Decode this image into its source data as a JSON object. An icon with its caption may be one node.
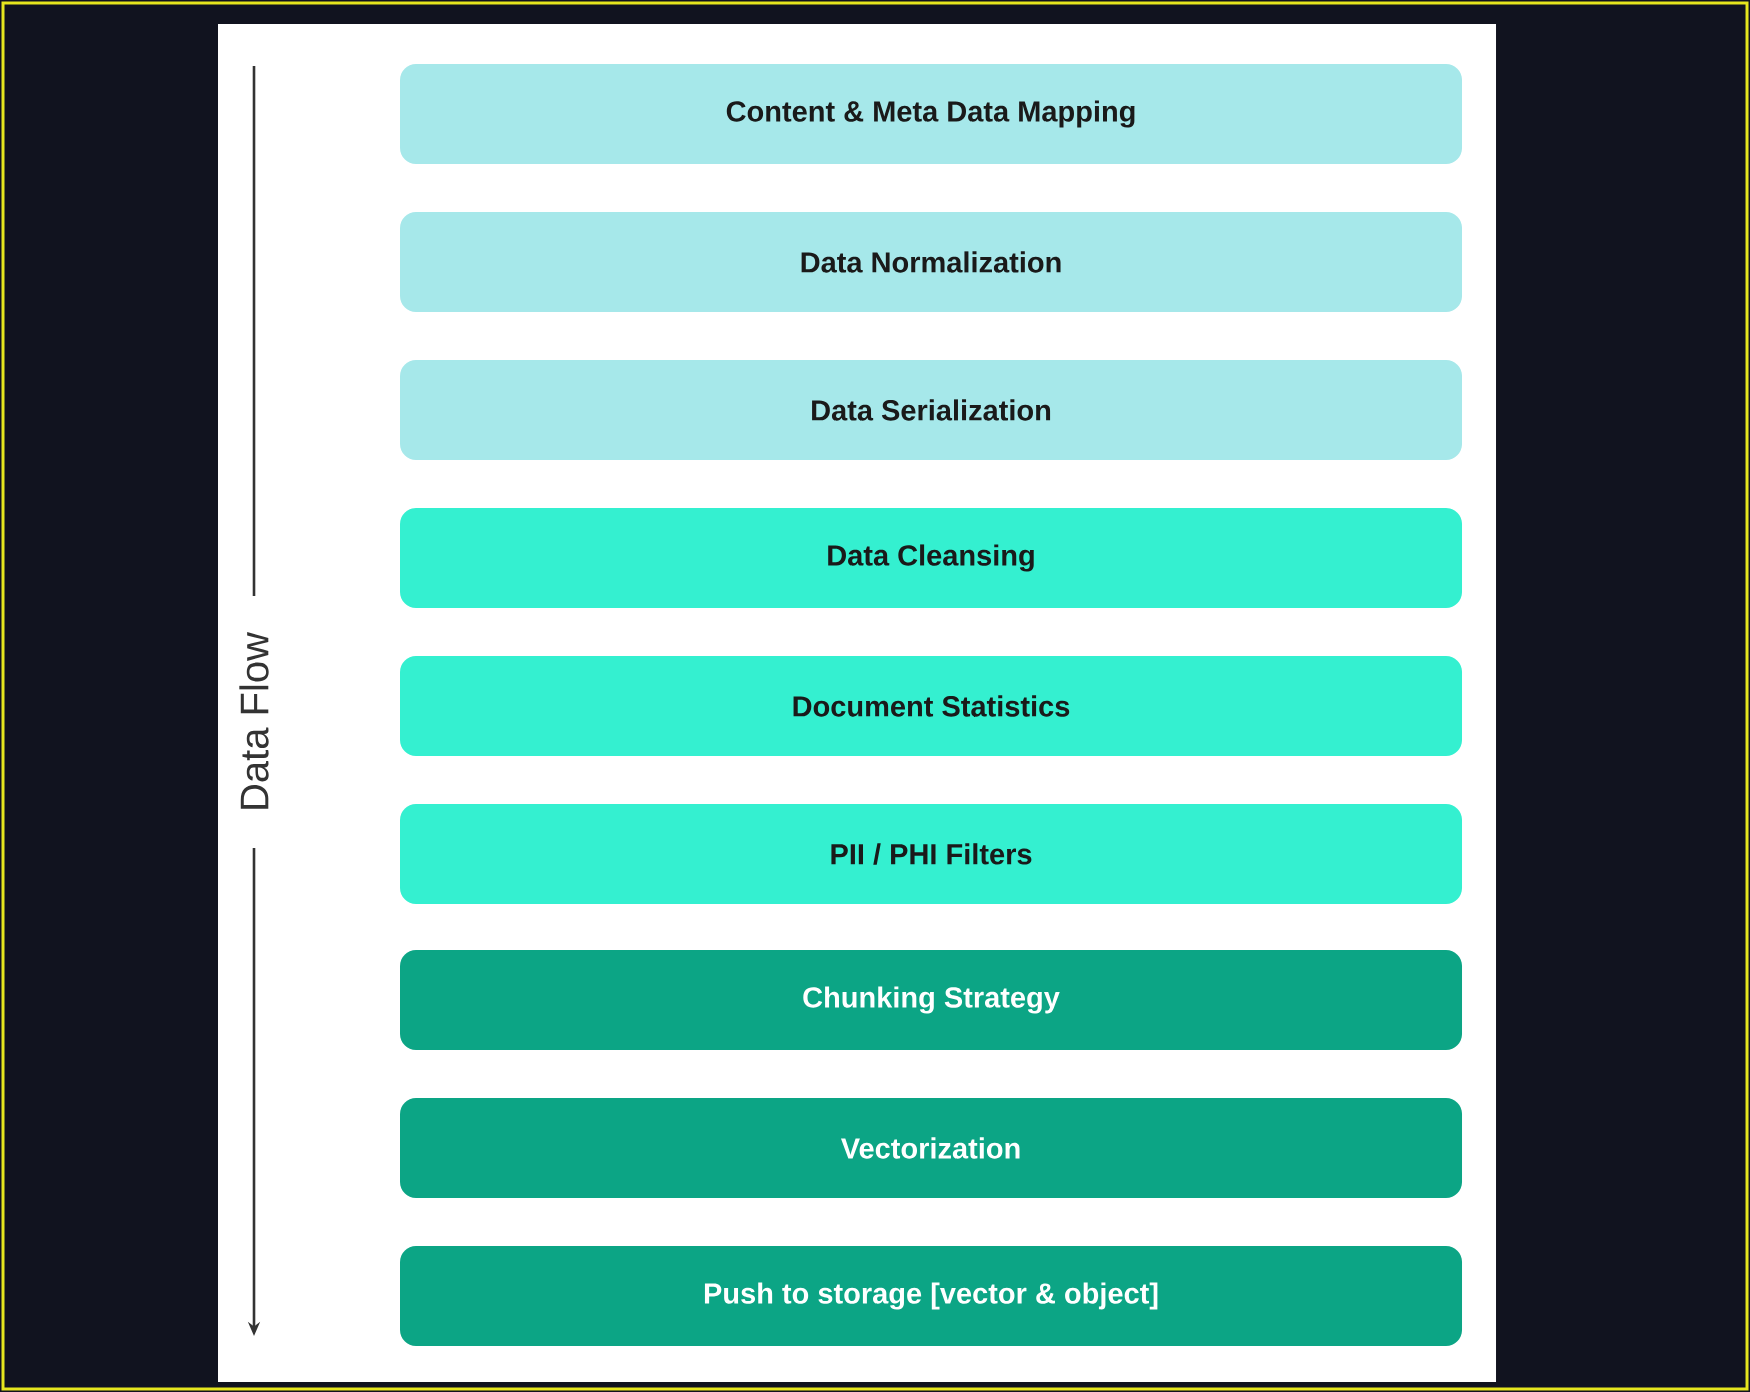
{
  "diagram": {
    "nodes": [
      {
        "text": [
          "Content & Meta Data Mapping"
        ]
      },
      {
        "text": [
          "Data Normalization"
        ]
      },
      {
        "text": [
          "Data Serialization"
        ]
      },
      {
        "text": [
          "Data Cleansing"
        ]
      },
      {
        "text": [
          "Document Statistics"
        ]
      },
      {
        "text": [
          "PII / PHI Filters"
        ]
      },
      {
        "text": [
          "Chunking Strategy"
        ]
      },
      {
        "text": [
          "Vectorization"
        ]
      },
      {
        "text": [
          "Push to storage [vector & object]"
        ]
      }
    ],
    "labels": [
      "Data Flow"
    ]
  }
}
